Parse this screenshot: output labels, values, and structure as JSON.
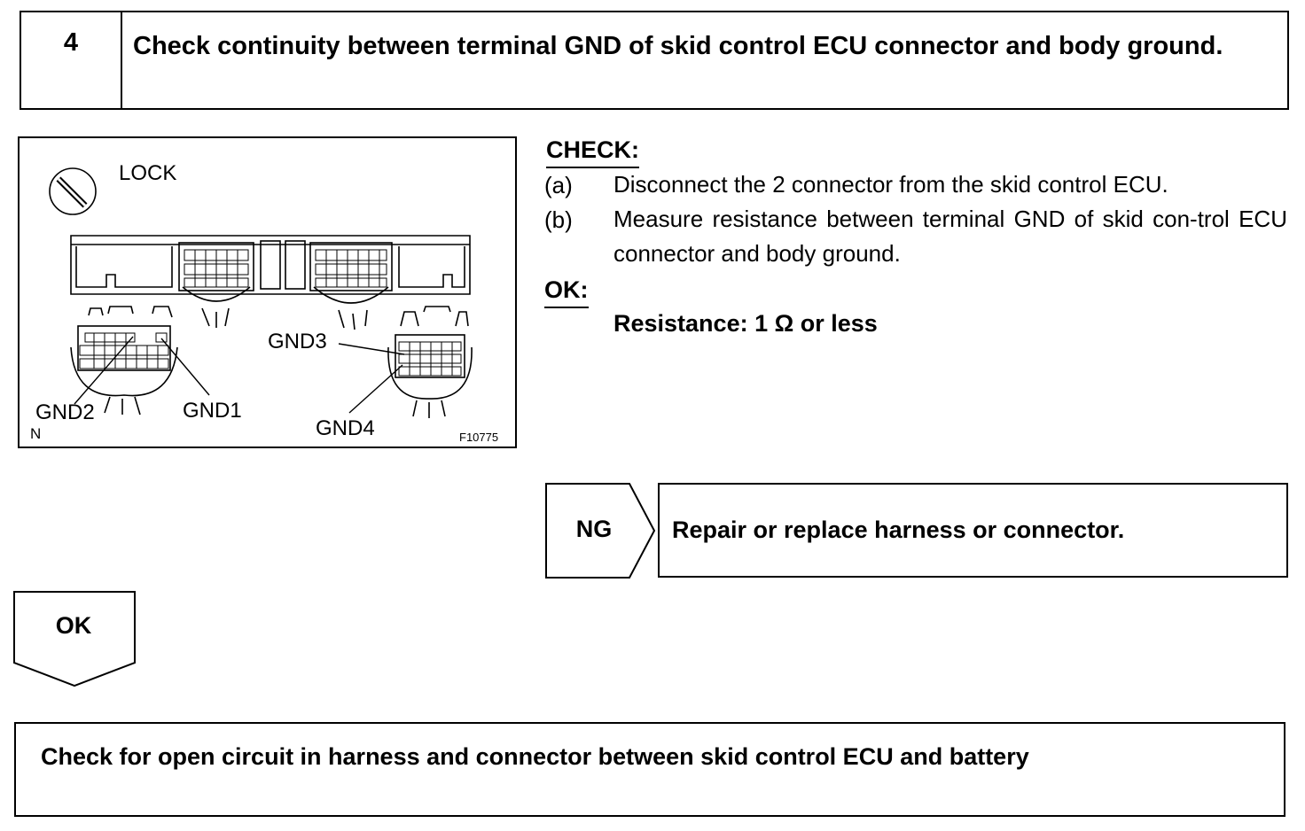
{
  "step": {
    "number": "4",
    "title": "Check continuity between terminal GND of skid control ECU connector and body ground."
  },
  "diagram": {
    "labels": {
      "lock": "LOCK",
      "gnd1": "GND1",
      "gnd2": "GND2",
      "gnd3": "GND3",
      "gnd4": "GND4",
      "n": "N",
      "figure_id": "F10775"
    }
  },
  "check": {
    "heading": "CHECK:",
    "items": [
      {
        "marker": "(a)",
        "text": "Disconnect the 2 connector from the skid control ECU."
      },
      {
        "marker": "(b)",
        "text": "Measure resistance between terminal GND of skid con-trol ECU connector and body ground."
      }
    ]
  },
  "ok": {
    "heading": "OK:",
    "resistance": "Resistance: 1 Ω or less"
  },
  "ng_branch": {
    "label": "NG",
    "action": "Repair or replace harness or connector."
  },
  "ok_branch": {
    "label": "OK"
  },
  "next_step": {
    "text": "Check for open circuit in harness and connector between skid control ECU and battery"
  }
}
